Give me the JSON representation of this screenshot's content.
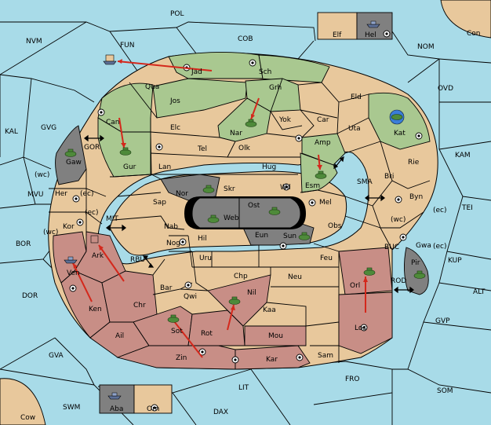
{
  "map": {
    "labels": {
      "POL": "POL",
      "COB": "COB",
      "FUN": "FUN",
      "NVM": "NVM",
      "NOM": "NOM",
      "Con": "Con",
      "OVD": "OVD",
      "KAL": "KAL",
      "GVG": "GVG",
      "KAM": "KAM",
      "TEI": "TEI",
      "MVU": "MVU",
      "BOR": "BOR",
      "DOR": "DOR",
      "GVA": "GVA",
      "SWM": "SWM",
      "DAX": "DAX",
      "LIT": "LIT",
      "FRO": "FRO",
      "SOM": "SOM",
      "GVP": "GVP",
      "ALT": "ALT",
      "KUP": "KUP",
      "Cow": "Cow",
      "SMA": "SMA",
      "MIT": "MIT",
      "RBU": "RBU",
      "GOR": "GOR",
      "BUC": "BUC",
      "ROD": "ROD",
      "Elf": "Elf",
      "Hel": "Hel",
      "Aba": "Aba",
      "Orn": "Orn",
      "Jad": "Jad",
      "Sch": "Sch",
      "Qua": "Qua",
      "Jos": "Jos",
      "Grh": "Grh",
      "Eld": "Eld",
      "Can": "Can",
      "Elc": "Elc",
      "Nar": "Nar",
      "Yok": "Yok",
      "Car": "Car",
      "Uta": "Uta",
      "Kat": "Kat",
      "Gur": "Gur",
      "Tel": "Tel",
      "Olk": "Olk",
      "Amp": "Amp",
      "Gaw": "Gaw",
      "Lan": "Lan",
      "Hug": "Hug",
      "Esm": "Esm",
      "Rie": "Rie",
      "Bri": "Bri",
      "Nor": "Nor",
      "Skr": "Skr",
      "Wil": "Wil",
      "Her": "Her",
      "Sap": "Sap",
      "Ost": "Ost",
      "Web": "Web",
      "Mel": "Mel",
      "Byn": "Byn",
      "Kor": "Kor",
      "Nab": "Nab",
      "Eun": "Eun",
      "Obs": "Obs",
      "Gwa": "Gwa",
      "Ark": "Ark",
      "Hil": "Hil",
      "Nog": "Nog",
      "Sun": "Sun",
      "Pir": "Pir",
      "Uru": "Uru",
      "Feu": "Feu",
      "Ven": "Ven",
      "Chp": "Chp",
      "Neu": "Neu",
      "Orl": "Orl",
      "Bar": "Bar",
      "Qwi": "Qwi",
      "Nil": "Nil",
      "Ken": "Ken",
      "Chr": "Chr",
      "Kaa": "Kaa",
      "Sot": "Sot",
      "Rot": "Rot",
      "Ail": "Ail",
      "Mou": "Mou",
      "Los": "Los",
      "Sam": "Sam",
      "Zin": "Zin",
      "Kar": "Kar",
      "wc": "(wc)",
      "ec": "(ec)"
    }
  },
  "colors": {
    "sea": "#a8dbe8",
    "neutral": "#e8c89c",
    "green_power": "#a9c890",
    "red_power": "#c88e86",
    "impassable": "#808080",
    "order_arrow": "#d4281c"
  },
  "units": [
    {
      "type": "army",
      "power": "green",
      "province": "Gaw"
    },
    {
      "type": "army",
      "power": "green",
      "province": "Gur"
    },
    {
      "type": "army",
      "power": "green",
      "province": "Nar"
    },
    {
      "type": "army",
      "power": "green",
      "province": "Esm"
    },
    {
      "type": "army",
      "power": "green",
      "province": "Kat"
    },
    {
      "type": "army",
      "power": "green",
      "province": "Nor"
    },
    {
      "type": "army",
      "power": "green",
      "province": "Web"
    },
    {
      "type": "army",
      "power": "green",
      "province": "Ost"
    },
    {
      "type": "army",
      "power": "green",
      "province": "Sun"
    },
    {
      "type": "army",
      "power": "green",
      "province": "Orl"
    },
    {
      "type": "army",
      "power": "green",
      "province": "Pir"
    },
    {
      "type": "army",
      "power": "green",
      "province": "Nil"
    },
    {
      "type": "army",
      "power": "green",
      "province": "Sot"
    },
    {
      "type": "fleet",
      "power": "blue",
      "province": "Ven"
    },
    {
      "type": "fleet",
      "power": "blue",
      "province": "Hel"
    },
    {
      "type": "fleet",
      "power": "blue",
      "province": "Aba"
    },
    {
      "type": "fleet",
      "power": "blue",
      "province": "FUN"
    }
  ],
  "orders": [
    {
      "from": "Jad",
      "to": "FUN"
    },
    {
      "from": "Can",
      "to": "Gur"
    },
    {
      "from": "Grh",
      "to": "Nar"
    },
    {
      "from": "Amp",
      "to": "Esm"
    },
    {
      "from": "Chr",
      "to": "Ark"
    },
    {
      "from": "Ken",
      "to": "Ven"
    },
    {
      "from": "Zin",
      "to": "Sot"
    },
    {
      "from": "Rot",
      "to": "Nil"
    },
    {
      "from": "Los",
      "to": "Orl"
    }
  ]
}
